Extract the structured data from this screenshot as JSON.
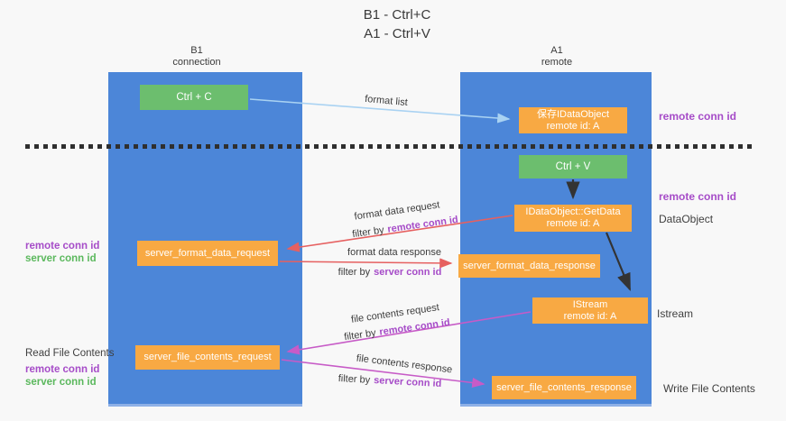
{
  "title": {
    "line1": "B1 - Ctrl+C",
    "line2": "A1 - Ctrl+V"
  },
  "columns": {
    "left": {
      "name": "B1",
      "role": "connection"
    },
    "right": {
      "name": "A1",
      "role": "remote"
    }
  },
  "nodes": {
    "ctrl_c": {
      "label": "Ctrl + C"
    },
    "saved_dataobject": {
      "line1": "保存IDataObject",
      "line2": "remote id: A"
    },
    "ctrl_v": {
      "label": "Ctrl + V"
    },
    "getdata": {
      "line1": "IDataObject::GetData",
      "line2": "remote id: A"
    },
    "format_request": {
      "label": "server_format_data_request"
    },
    "format_response": {
      "label": "server_format_data_response"
    },
    "istream": {
      "line1": "IStream",
      "line2": "remote id: A"
    },
    "file_request": {
      "label": "server_file_contents_request"
    },
    "file_response": {
      "label": "server_file_contents_response"
    }
  },
  "edges": {
    "format_list": "format list",
    "format_data_request": "format data request",
    "format_data_response": "format data response",
    "file_contents_request": "file contents request",
    "file_contents_response": "file contents response",
    "filter_prefix": "filter by",
    "remote_conn_id": "remote conn id",
    "server_conn_id": "server conn id"
  },
  "annotations": {
    "right_top_remote": "remote conn id",
    "right_mid_remote": "remote conn id",
    "dataobject": "DataObject",
    "istream": "Istream",
    "write_file": "Write File Contents",
    "left_remote": "remote conn id",
    "left_server": "server conn id",
    "read_file": "Read File Contents",
    "left_bottom_remote": "remote conn id",
    "left_bottom_server": "server conn id"
  },
  "colors": {
    "column_blue": "#4C86D8",
    "box_green": "#6CBE6E",
    "box_orange": "#F8A943",
    "remote_id_purple": "#A64CC8",
    "server_id_green": "#5BB85D",
    "arrow_red": "#E66060",
    "arrow_magenta": "#C75BC7",
    "arrow_light_blue": "#A9D2F2",
    "arrow_black": "#333333",
    "dashed_line": "#2F2F2F"
  }
}
